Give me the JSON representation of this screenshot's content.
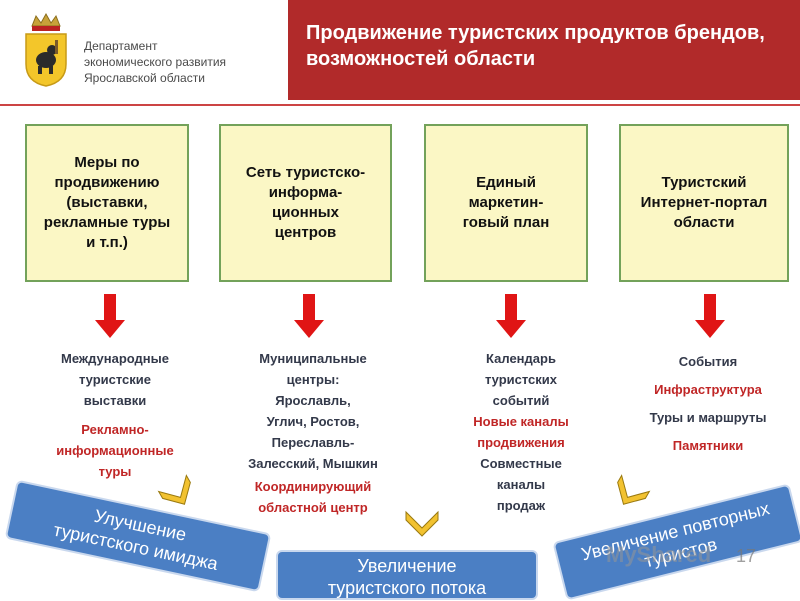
{
  "header": {
    "department": "Департамент\nэкономического развития\nЯрославской области",
    "title": "Продвижение туристских продуктов брендов, возможностей области"
  },
  "boxes": [
    {
      "label": "Меры по\nпродвижению\n(выставки,\nрекламные туры\nи т.п.)"
    },
    {
      "label": "Сеть туристско-\nинформа-\nционных\nцентров"
    },
    {
      "label": "Единый\nмаркетин-\nговый план"
    },
    {
      "label": "Туристский\nИнтернет-портал\nобласти"
    }
  ],
  "columns": [
    {
      "items": [
        {
          "text": "Международные\nтуристские\nвыставки",
          "tone": "dark"
        },
        {
          "text": "Рекламно-\nинформационные\nтуры",
          "tone": "red"
        }
      ]
    },
    {
      "items": [
        {
          "text": "Муниципальные\nцентры:\nЯрославль,\nУглич, Ростов,\nПереславль-\nЗалесский, Мышкин",
          "tone": "dark"
        },
        {
          "text": "Координирующий\nобластной центр",
          "tone": "red"
        }
      ]
    },
    {
      "items": [
        {
          "text": "Календарь\nтуристских\nсобытий",
          "tone": "dark"
        },
        {
          "text": "Новые каналы\nпродвижения",
          "tone": "red"
        },
        {
          "text": "Совместные\nканалы\nпродаж",
          "tone": "dark"
        }
      ]
    },
    {
      "items": [
        {
          "text": "События",
          "tone": "dark"
        },
        {
          "text": "Инфраструктура",
          "tone": "red"
        },
        {
          "text": "Туры и маршруты",
          "tone": "dark"
        },
        {
          "text": "Памятники",
          "tone": "red"
        }
      ]
    }
  ],
  "ribbons": {
    "left": "Улучшение\nтуристского имиджа",
    "center": "Увеличение\nтуристского потока",
    "right": "Увеличение повторных\nтуристов"
  },
  "watermark": "MyShared",
  "page_number": "17",
  "colors": {
    "banner": "#b12a2a",
    "box_fill": "#fbf7c5",
    "box_border": "#73a25a",
    "arrow": "#e01515",
    "ribbon": "#4b7fc4",
    "chevron": "#f2c230"
  },
  "icons": [
    "coat-of-arms-bear-icon",
    "down-arrow-icon",
    "chevron-down-icon"
  ]
}
